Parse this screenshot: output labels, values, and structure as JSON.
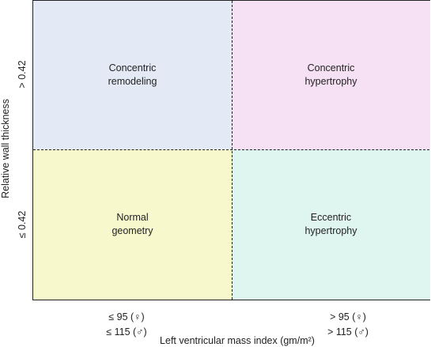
{
  "quadrants": {
    "top_left": {
      "line1": "Concentric",
      "line2": "remodeling",
      "color": "#e3eaf6"
    },
    "top_right": {
      "line1": "Concentric",
      "line2": "hypertrophy",
      "color": "#f5e0f4"
    },
    "bottom_left": {
      "line1": "Normal",
      "line2": "geometry",
      "color": "#f7f9cc"
    },
    "bottom_right": {
      "line1": "Eccentric",
      "line2": "hypertrophy",
      "color": "#def5f0"
    }
  },
  "y_axis": {
    "title": "Relative wall thickness",
    "upper": "> 0.42",
    "lower": "≤ 0.42"
  },
  "x_axis": {
    "title": "Left ventricular mass index (gm/m²)",
    "left_line1": "≤ 95 (♀)",
    "left_line2": "≤ 115 (♂)",
    "right_line1": "> 95 (♀)",
    "right_line2": "> 115 (♂)"
  }
}
